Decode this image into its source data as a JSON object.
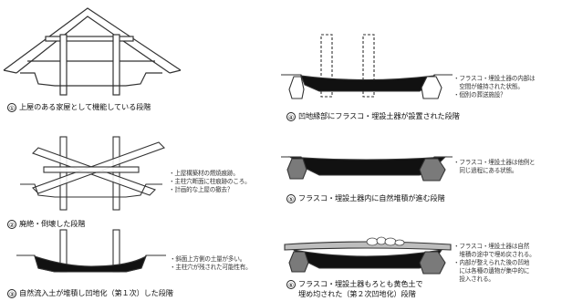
{
  "steps": [
    {
      "num": "①",
      "caption": "上屋のある家屋として機能している段階",
      "notes": []
    },
    {
      "num": "②",
      "caption": "廃絶・倒壊した段階",
      "notes": [
        "・上屋構築材の燃焼痕跡。",
        "・主柱穴断面に柱痕跡のころ。",
        "・計画的な上屋の撤去？"
      ]
    },
    {
      "num": "③",
      "caption": "自然流入土が堆積し凹地化（第１次）した段階",
      "notes": [
        "・斜面上方側の土量が多い。",
        "・主柱穴が残された可能性有。"
      ]
    },
    {
      "num": "④",
      "caption": "凹地縁部にフラスコ・埋設土器が設置された段階",
      "notes": [
        "・フラスコ・埋設土器の内部は",
        "　空間が維持された状態。",
        "・個別の葬送施設？"
      ]
    },
    {
      "num": "⑤",
      "caption": "フラスコ・埋設土器内に自然堆積が進む段階",
      "notes": [
        "・フラスコ・埋設土器は他例と",
        "　同じ過程にある状態。"
      ]
    },
    {
      "num": "⑥",
      "caption": "フラスコ・埋設土器もろとも黄色土で",
      "caption2": "埋め均された（第２次凹地化）段階",
      "notes": [
        "・フラスコ・埋設土器は自然",
        "　堆積の途中で埋め戻される。",
        "・内部が整えられた後の凹地",
        "　には各種の遺物が集中的に",
        "　投入される。"
      ]
    }
  ],
  "colors": {
    "line": "#333333",
    "black_fill": "#111111",
    "grey_fill": "#7a7a7a",
    "light_fill": "#bdbdbd"
  }
}
